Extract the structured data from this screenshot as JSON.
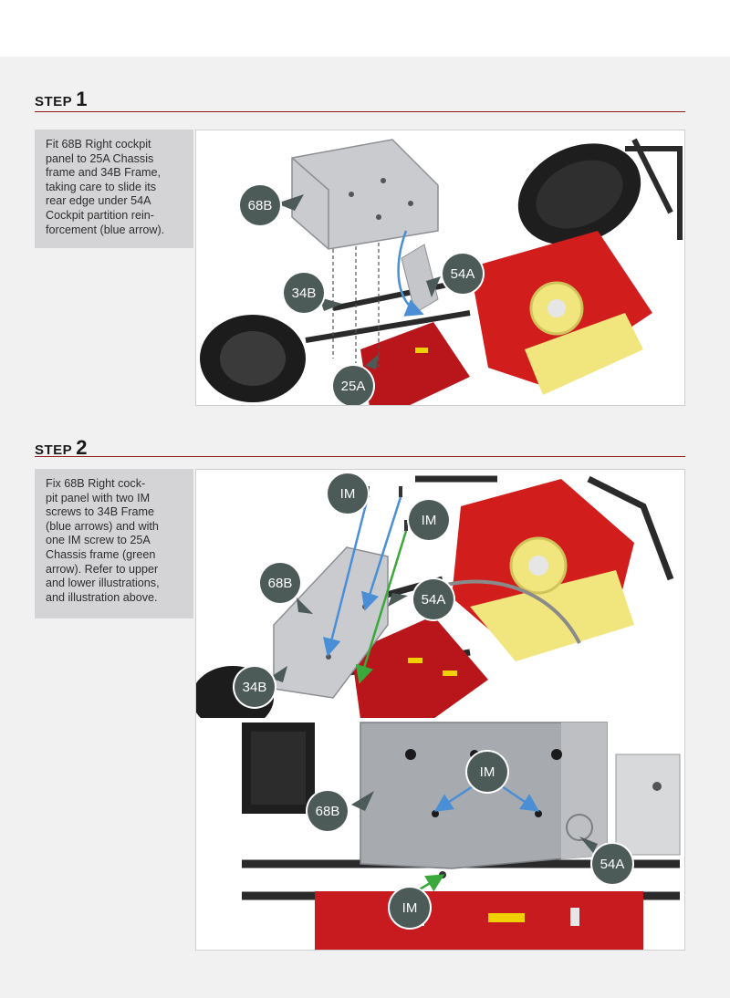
{
  "step1": {
    "word": "STEP",
    "number": "1",
    "instructions": [
      "Fit 68B Right cockpit",
      "panel to 25A Chassis",
      "frame and 34B Frame,",
      "taking care to slide its",
      "rear edge under 54A",
      "Cockpit partition rein-",
      "forcement (blue arrow)."
    ],
    "labels": {
      "part_68b": "68B",
      "part_34b": "34B",
      "part_54a": "54A",
      "part_25a": "25A"
    }
  },
  "step2": {
    "word": "STEP",
    "number": "2",
    "instructions": [
      "Fix 68B Right cock-",
      "pit panel with two IM",
      "screws to 34B Frame",
      "(blue arrows) and with",
      "one IM screw to 25A",
      "Chassis frame (green",
      "arrow). Refer to upper",
      "and lower illustrations,",
      "and illustration above."
    ],
    "upper_labels": {
      "screw_a": "IM",
      "screw_b": "IM",
      "part_68b": "68B",
      "part_54a": "54A",
      "part_34b": "34B"
    },
    "lower_labels": {
      "screw_top": "IM",
      "part_68b": "68B",
      "part_54a": "54A",
      "screw_bottom": "IM"
    }
  },
  "colors": {
    "accent_rule": "#8e1a1a",
    "text_box_bg": "#d4d4d6",
    "callout_bg": "#4c5a58",
    "arrow_blue": "#4a8fd6",
    "arrow_green": "#3aa83a",
    "body_red": "#d21d1d"
  }
}
